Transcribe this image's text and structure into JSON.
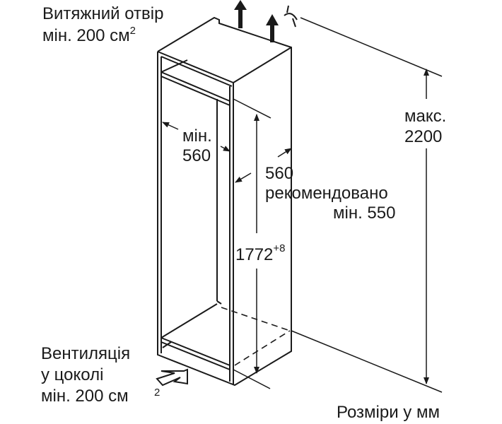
{
  "labels": {
    "exhaust_line1": "Витяжний отвір",
    "exhaust_line2": "мін. 200 см",
    "exhaust_sup": "2",
    "width_min_label": "мін.",
    "width_min_value": "560",
    "depth_value": "560",
    "depth_recommended": "рекомендовано",
    "depth_min": "мін. 550",
    "height_value": "1772",
    "height_tolerance": "+8",
    "max_label": "макс.",
    "max_value": "2200",
    "vent_line1": "Вентиляція",
    "vent_line2": "у цоколі",
    "vent_line3": "мін. 200 см",
    "vent_sup": "2",
    "units_note": "Розміри у мм"
  }
}
